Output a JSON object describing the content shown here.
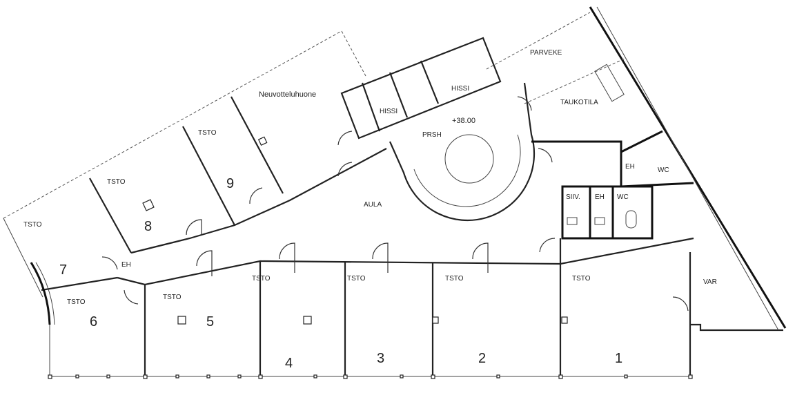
{
  "plan": {
    "level": "+38.00",
    "rooms": {
      "meeting": "Neuvotteluhuone",
      "tsto9": "TSTO",
      "n9": "9",
      "tsto8": "TSTO",
      "n8": "8",
      "tsto7": "TSTO",
      "n7": "7",
      "eh_left": "EH",
      "tsto6": "TSTO",
      "n6": "6",
      "tsto5": "TSTO",
      "n5": "5",
      "tsto4": "TSTO",
      "n4": "4",
      "tsto3": "TSTO",
      "n3": "3",
      "tsto2": "TSTO",
      "n2": "2",
      "tsto1": "TSTO",
      "n1": "1",
      "var": "VAR",
      "aula": "AULA",
      "hissi1": "HISSI",
      "hissi2": "HISSI",
      "prsh": "PRSH",
      "parveke": "PARVEKE",
      "taukotila": "TAUKOTILA",
      "eh_upper": "EH",
      "wc_upper": "WC",
      "siiv": "SIIV.",
      "eh_lower": "EH",
      "wc_lower": "WC"
    }
  }
}
